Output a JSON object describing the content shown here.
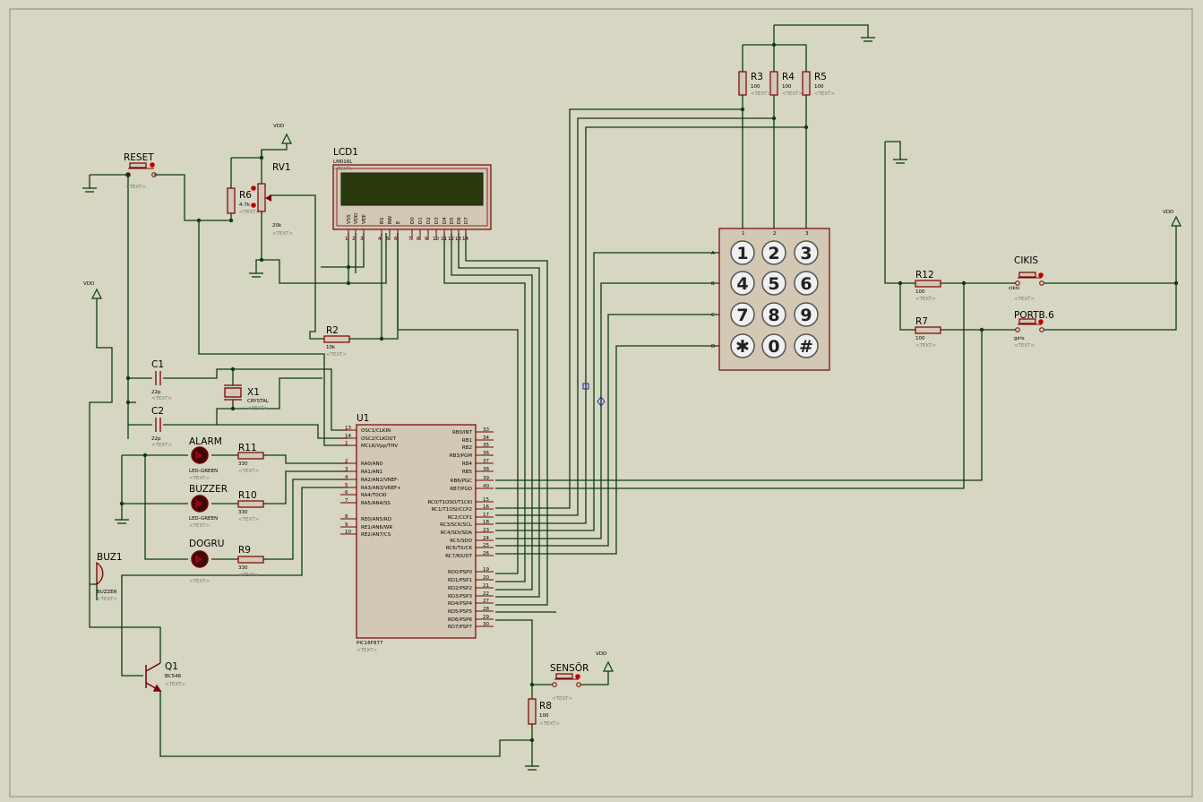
{
  "components": {
    "reset": {
      "name": "RESET",
      "text": "<TEXT>"
    },
    "r6": {
      "name": "R6",
      "value": "4.7k",
      "text": "<TEXT>"
    },
    "rv1": {
      "name": "RV1",
      "value": "20k",
      "text": "<TEXT>"
    },
    "vdd": "VDD",
    "lcd": {
      "name": "LCD1",
      "model": "LM016L",
      "text": "<TEXT>",
      "pins": [
        "VSS",
        "VDD",
        "VEE",
        "RS",
        "RW",
        "E",
        "D0",
        "D1",
        "D2",
        "D3",
        "D4",
        "D5",
        "D6",
        "D7"
      ],
      "nums": [
        "1",
        "2",
        "3",
        "4",
        "5",
        "6",
        "7",
        "8",
        "9",
        "10",
        "11",
        "12",
        "13",
        "14"
      ]
    },
    "r2": {
      "name": "R2",
      "value": "10k",
      "text": "<TEXT>"
    },
    "r3": {
      "name": "R3",
      "value": "100",
      "text": "<TEXT>"
    },
    "r4": {
      "name": "R4",
      "value": "100",
      "text": "<TEXT>"
    },
    "r5": {
      "name": "R5",
      "value": "100",
      "text": "<TEXT>"
    },
    "keypad": {
      "rows": [
        "A",
        "B",
        "C",
        "D"
      ],
      "cols": [
        "1",
        "2",
        "3"
      ],
      "keys": [
        "1",
        "2",
        "3",
        "4",
        "5",
        "6",
        "7",
        "8",
        "9",
        "✱",
        "0",
        "#"
      ]
    },
    "c1": {
      "name": "C1",
      "value": "22p",
      "text": "<TEXT>"
    },
    "c2": {
      "name": "C2",
      "value": "22p",
      "text": "<TEXT>"
    },
    "x1": {
      "name": "X1",
      "value": "CRYSTAL",
      "text": "<TEXT>"
    },
    "alarm": {
      "name": "ALARM",
      "value": "LED-GREEN",
      "text": "<TEXT>"
    },
    "buzzer_led": {
      "name": "BUZZER",
      "value": "LED-GREEN",
      "text": "<TEXT>"
    },
    "dogru": {
      "name": "DOGRU",
      "text": "<TEXT>"
    },
    "r11": {
      "name": "R11",
      "value": "330",
      "text": "<TEXT>"
    },
    "r10": {
      "name": "R10",
      "value": "330",
      "text": "<TEXT>"
    },
    "r9": {
      "name": "R9",
      "value": "330",
      "text": "<TEXT>"
    },
    "buz1": {
      "name": "BUZ1",
      "value": "BUZZER",
      "text": "<TEXT>"
    },
    "q1": {
      "name": "Q1",
      "value": "BC548",
      "text": "<TEXT>"
    },
    "sensor": {
      "name": "SENSÖR",
      "text": "<TEXT>"
    },
    "r8": {
      "name": "R8",
      "value": "100",
      "text": "<TEXT>"
    },
    "r12": {
      "name": "R12",
      "value": "100",
      "text": "<TEXT>"
    },
    "r7": {
      "name": "R7",
      "value": "100",
      "text": "<TEXT>"
    },
    "cikis": {
      "name": "CIKIS",
      "sub": "cikis",
      "text": "<TEXT>"
    },
    "portb6": {
      "name": "PORTB.6",
      "sub": "giris",
      "text": "<TEXT>"
    },
    "u1": {
      "name": "U1",
      "model": "PIC16F877",
      "text": "<TEXT>",
      "left_pins": [
        {
          "n": "13",
          "l": "OSC1/CLKIN"
        },
        {
          "n": "14",
          "l": "OSC2/CLKOUT"
        },
        {
          "n": "1",
          "l": "MCLR/Vpp/THV"
        },
        {
          "n": "2",
          "l": "RA0/AN0"
        },
        {
          "n": "3",
          "l": "RA1/AN1"
        },
        {
          "n": "4",
          "l": "RA2/AN2/VREF-"
        },
        {
          "n": "5",
          "l": "RA3/AN3/VREF+"
        },
        {
          "n": "6",
          "l": "RA4/T0CKI"
        },
        {
          "n": "7",
          "l": "RA5/AN4/SS"
        },
        {
          "n": "8",
          "l": "RE0/AN5/RD"
        },
        {
          "n": "9",
          "l": "RE1/AN6/WR"
        },
        {
          "n": "10",
          "l": "RE2/AN7/CS"
        }
      ],
      "right_pins": [
        {
          "n": "33",
          "l": "RB0/INT"
        },
        {
          "n": "34",
          "l": "RB1"
        },
        {
          "n": "35",
          "l": "RB2"
        },
        {
          "n": "36",
          "l": "RB3/PGM"
        },
        {
          "n": "37",
          "l": "RB4"
        },
        {
          "n": "38",
          "l": "RB5"
        },
        {
          "n": "39",
          "l": "RB6/PGC"
        },
        {
          "n": "40",
          "l": "RB7/PGD"
        },
        {
          "n": "15",
          "l": "RC0/T1OSO/T1CKI"
        },
        {
          "n": "16",
          "l": "RC1/T1OSI/CCP2"
        },
        {
          "n": "17",
          "l": "RC2/CCP1"
        },
        {
          "n": "18",
          "l": "RC3/SCK/SCL"
        },
        {
          "n": "23",
          "l": "RC4/SDI/SDA"
        },
        {
          "n": "24",
          "l": "RC5/SDO"
        },
        {
          "n": "25",
          "l": "RC6/TX/CK"
        },
        {
          "n": "26",
          "l": "RC7/RX/DT"
        },
        {
          "n": "19",
          "l": "RD0/PSP0"
        },
        {
          "n": "20",
          "l": "RD1/PSP1"
        },
        {
          "n": "21",
          "l": "RD2/PSP2"
        },
        {
          "n": "22",
          "l": "RD3/PSP3"
        },
        {
          "n": "27",
          "l": "RD4/PSP4"
        },
        {
          "n": "28",
          "l": "RD5/PSP5"
        },
        {
          "n": "29",
          "l": "RD6/PSP6"
        },
        {
          "n": "30",
          "l": "RD7/PSP7"
        }
      ]
    }
  }
}
